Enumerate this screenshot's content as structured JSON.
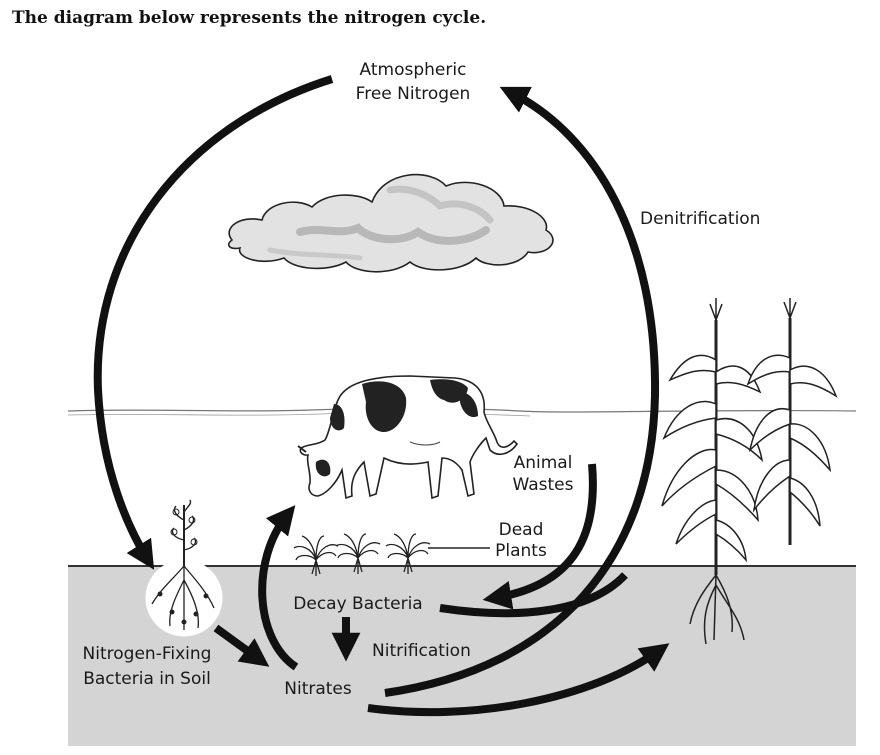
{
  "heading": "The diagram below represents the nitrogen cycle.",
  "labels": {
    "atmospheric_line1": "Atmospheric",
    "atmospheric_line2": "Free Nitrogen",
    "denitrification": "Denitrification",
    "animal_wastes_line1": "Animal",
    "animal_wastes_line2": "Wastes",
    "dead_plants_line1": "Dead",
    "dead_plants_line2": "Plants",
    "decay_bacteria": "Decay Bacteria",
    "nitrification": "Nitrification",
    "nitrogen_fixing_line1": "Nitrogen-Fixing",
    "nitrogen_fixing_line2": "Bacteria in Soil",
    "nitrates": "Nitrates"
  },
  "colors": {
    "soil": "#d4d4d4",
    "arrow": "#111111",
    "cloud_fill": "#e2e2e2",
    "cloud_shade": "#b8b8b8"
  }
}
